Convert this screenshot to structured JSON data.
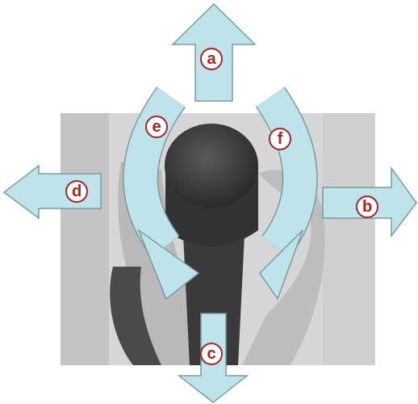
{
  "diagram": {
    "labels": [
      "a",
      "e",
      "f",
      "d",
      "b",
      "c"
    ]
  }
}
